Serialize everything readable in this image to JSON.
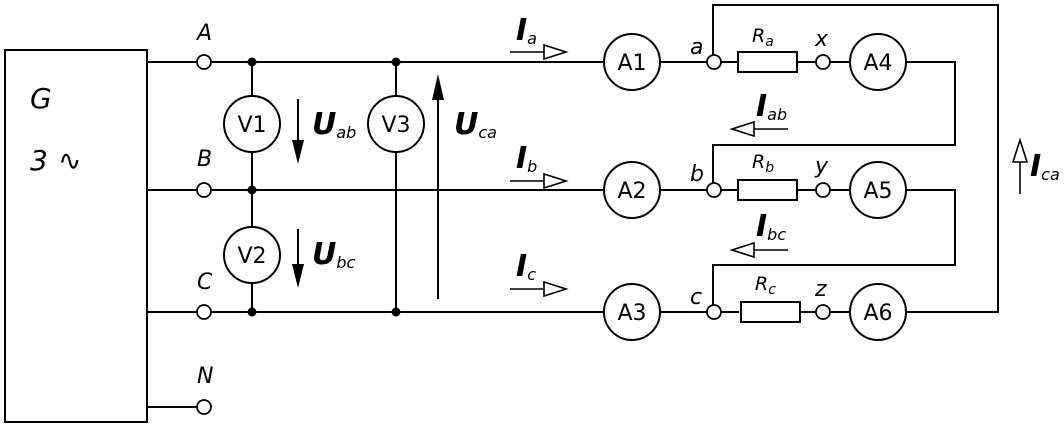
{
  "generator": {
    "name": "G",
    "phases": "3",
    "symbol": "∿"
  },
  "lines": [
    {
      "label": "A"
    },
    {
      "label": "B"
    },
    {
      "label": "C"
    },
    {
      "label": "N"
    }
  ],
  "voltmeters": [
    "V1",
    "V2",
    "V3"
  ],
  "voltages": [
    {
      "main": "U",
      "sub": "ab"
    },
    {
      "main": "U",
      "sub": "bc"
    },
    {
      "main": "U",
      "sub": "ca"
    }
  ],
  "ammeters": [
    "A1",
    "A2",
    "A3",
    "A4",
    "A5",
    "A6"
  ],
  "line_currents": [
    {
      "main": "I",
      "sub": "a"
    },
    {
      "main": "I",
      "sub": "b"
    },
    {
      "main": "I",
      "sub": "c"
    }
  ],
  "phase_currents": [
    {
      "main": "I",
      "sub": "ab"
    },
    {
      "main": "I",
      "sub": "bc"
    },
    {
      "main": "I",
      "sub": "ca"
    }
  ],
  "load_start_nodes": [
    "a",
    "b",
    "c"
  ],
  "load_end_nodes": [
    "x",
    "y",
    "z"
  ],
  "resistors": [
    {
      "main": "R",
      "sub": "a"
    },
    {
      "main": "R",
      "sub": "b"
    },
    {
      "main": "R",
      "sub": "c"
    }
  ]
}
